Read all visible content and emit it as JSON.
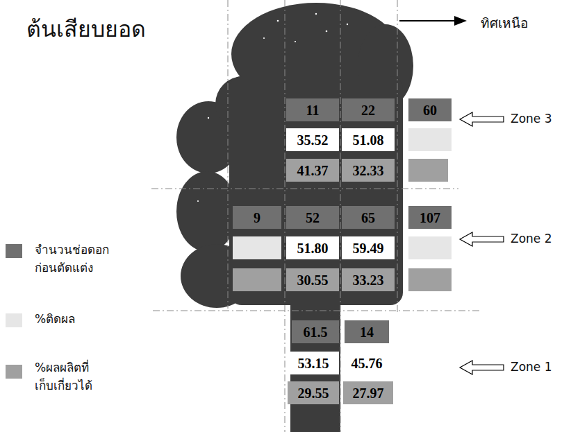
{
  "diagram": {
    "title": "ต้นเสียบยอด",
    "nodes": [
      {
        "text": [
          "11"
        ]
      },
      {
        "text": [
          "22"
        ]
      },
      {
        "text": [
          "60"
        ]
      },
      {
        "text": [
          "35.52"
        ]
      },
      {
        "text": [
          "51.08"
        ]
      },
      {
        "text": [
          "41.37"
        ]
      },
      {
        "text": [
          "32.33"
        ]
      },
      {
        "text": [
          "9"
        ]
      },
      {
        "text": [
          "52"
        ]
      },
      {
        "text": [
          "65"
        ]
      },
      {
        "text": [
          "107"
        ]
      },
      {
        "text": [
          "51.80"
        ]
      },
      {
        "text": [
          "59.49"
        ]
      },
      {
        "text": [
          "30.55"
        ]
      },
      {
        "text": [
          "33.23"
        ]
      },
      {
        "text": [
          "61.5"
        ]
      },
      {
        "text": [
          "14"
        ]
      },
      {
        "text": [
          "53.15"
        ]
      },
      {
        "text": [
          "45.76"
        ]
      },
      {
        "text": [
          "29.55"
        ]
      },
      {
        "text": [
          "27.97"
        ]
      }
    ],
    "labels": [
      "ทิศเหนือ",
      "Zone 3",
      "Zone 2",
      "Zone 1"
    ],
    "legend": [
      {
        "text": "จำนวนช่อดอก ก่อนตัดแต่ง",
        "color": "#707070"
      },
      {
        "text": "%ติดผล",
        "color": "#e6e6e6"
      },
      {
        "text": "%ผลผลิตที่ เก็บเกี่ยวได้",
        "color": "#a0a0a0"
      }
    ]
  }
}
